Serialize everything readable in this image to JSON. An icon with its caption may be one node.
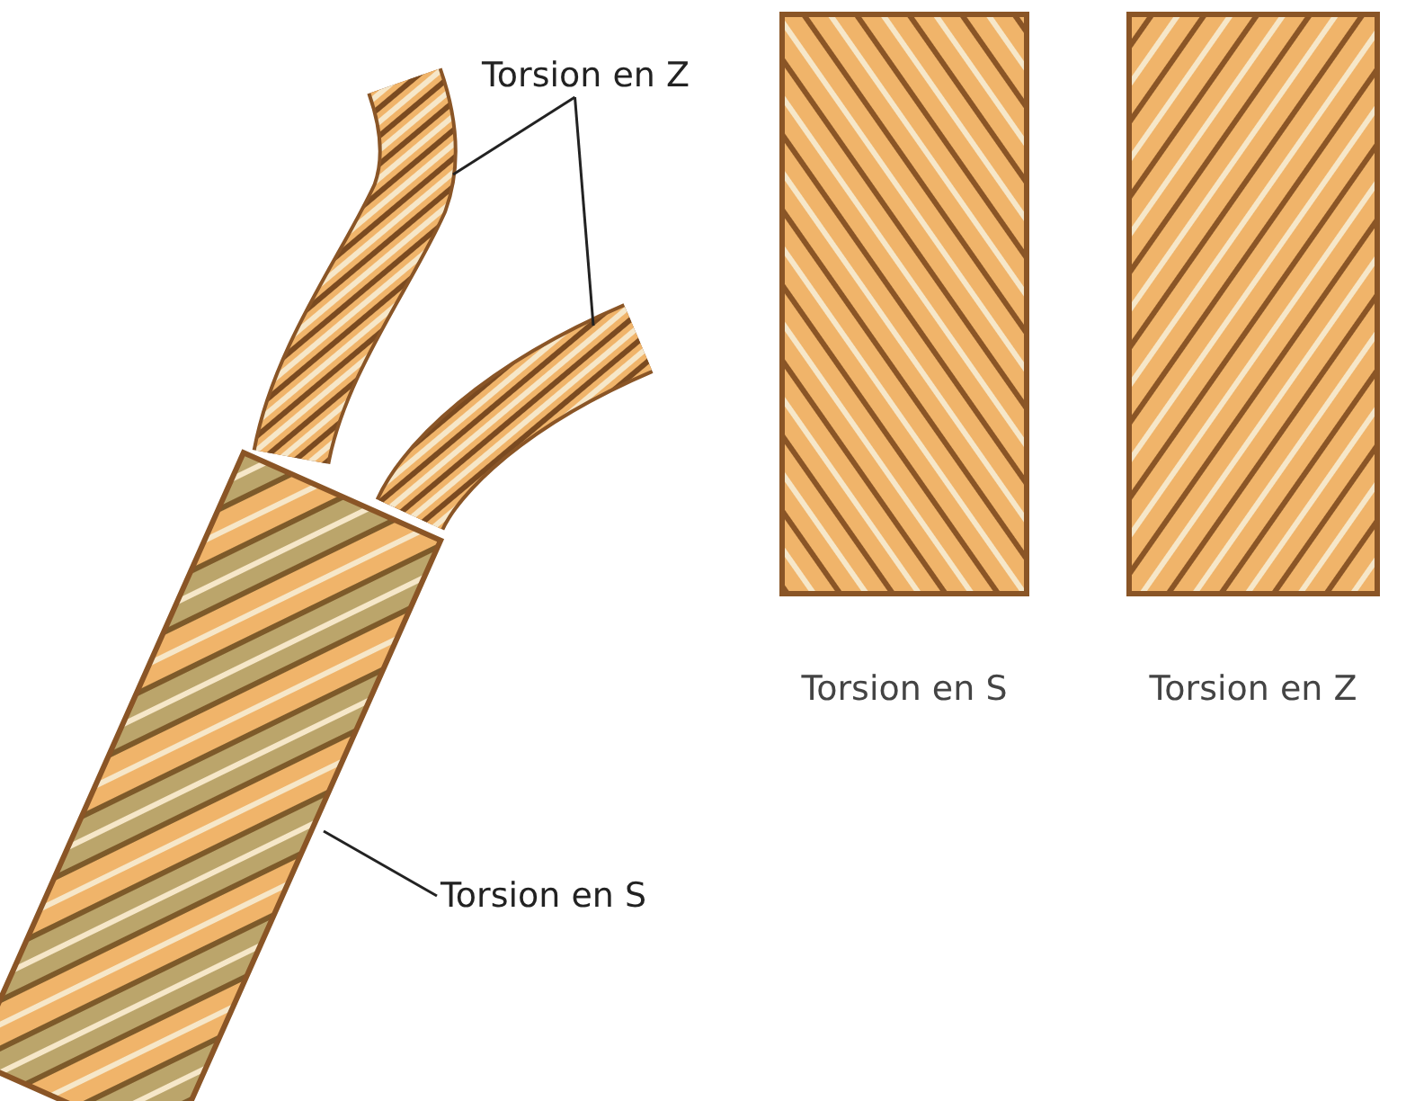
{
  "diagram": {
    "nodes": [
      {
        "text": [
          "Torsion en Z"
        ]
      },
      {
        "text": [],
        "shape": "picture"
      },
      {
        "text": [],
        "shape": "picture"
      },
      {
        "text": [
          "Torsion en S"
        ]
      },
      {
        "text": [],
        "shape": "picture"
      }
    ],
    "labels": [
      "Torsion en S",
      "Torsion en Z"
    ],
    "edges": [
      {
        "from": 0,
        "to": 1,
        "arrow": "none"
      },
      {
        "from": 0,
        "to": 2,
        "arrow": "none"
      },
      {
        "from": 3,
        "to": 4,
        "arrow": "none"
      }
    ]
  }
}
